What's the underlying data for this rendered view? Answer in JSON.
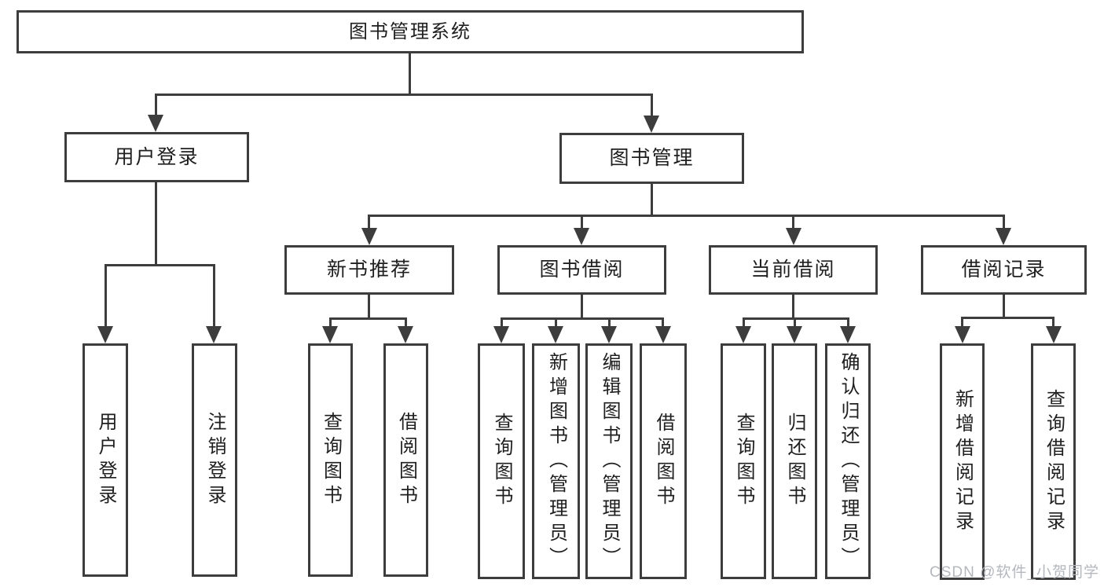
{
  "diagram": {
    "root": {
      "label": "图书管理系统"
    },
    "level2": [
      {
        "id": "user-login",
        "label": "用户登录"
      },
      {
        "id": "book-management",
        "label": "图书管理"
      }
    ],
    "level3": [
      {
        "id": "new-book-recommend",
        "label": "新书推荐"
      },
      {
        "id": "book-borrow",
        "label": "图书借阅"
      },
      {
        "id": "current-borrow",
        "label": "当前借阅"
      },
      {
        "id": "borrow-record",
        "label": "借阅记录"
      }
    ],
    "leaves": {
      "user_login": [
        "用户登录",
        "注销登录"
      ],
      "new_book_recommend": [
        "查询图书",
        "借阅图书"
      ],
      "book_borrow": [
        "查询图书",
        "新增图书（管理员）",
        "编辑图书（管理员）",
        "借阅图书"
      ],
      "current_borrow": [
        "查询图书",
        "归还图书",
        "确认归还（管理员）"
      ],
      "borrow_record": [
        "新增借阅记录",
        "查询借阅记录"
      ]
    }
  },
  "watermark": {
    "text": "CSDN @软件_小贺同学",
    "color": "#b4b8bd"
  },
  "colors": {
    "line": "#3d3d3d",
    "text": "#1f1f1f",
    "background": "#ffffff"
  }
}
